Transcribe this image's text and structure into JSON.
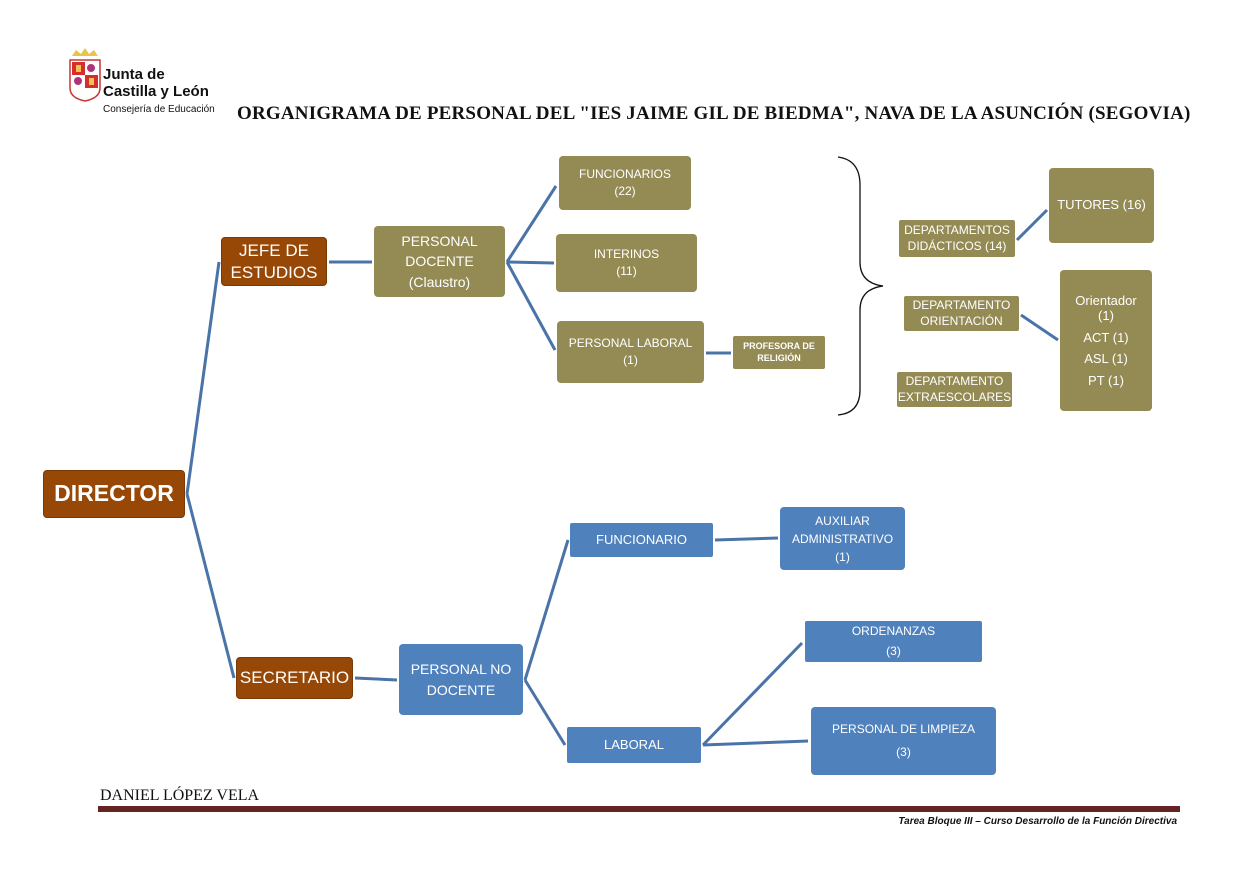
{
  "header": {
    "logo": {
      "line1": "Junta de",
      "line2": "Castilla y León",
      "line3": "Consejería de Educación"
    },
    "title": "ORGANIGRAMA DE PERSONAL DEL \"IES JAIME GIL DE BIEDMA\", NAVA DE LA ASUNCIÓN (SEGOVIA)"
  },
  "nodes": {
    "director": [
      "DIRECTOR"
    ],
    "jefe": [
      "JEFE DE",
      "ESTUDIOS"
    ],
    "secretario": [
      "SECRETARIO"
    ],
    "docente": [
      "PERSONAL",
      "DOCENTE",
      "(Claustro)"
    ],
    "funcionarios": [
      "FUNCIONARIOS",
      "(22)"
    ],
    "interinos": [
      "INTERINOS",
      "(11)"
    ],
    "laboral_docente": [
      "PERSONAL LABORAL",
      "(1)"
    ],
    "religion": [
      "PROFESORA DE",
      "RELIGIÓN"
    ],
    "didacticos": [
      "DEPARTAMENTOS",
      "DIDÁCTICOS (14)"
    ],
    "tutores": [
      "TUTORES (16)"
    ],
    "orientacion": [
      "DEPARTAMENTO",
      "ORIENTACIÓN"
    ],
    "orientacion_staff": [
      "Orientador",
      "(1)",
      "ACT (1)",
      "ASL (1)",
      "PT (1)"
    ],
    "extraescolares": [
      "DEPARTAMENTO",
      "EXTRAESCOLARES"
    ],
    "no_docente": [
      "PERSONAL NO",
      "DOCENTE"
    ],
    "funcionario": [
      "FUNCIONARIO"
    ],
    "auxiliar": [
      "AUXILIAR",
      "ADMINISTRATIVO",
      "(1)"
    ],
    "laboral": [
      "LABORAL"
    ],
    "ordenanzas": [
      "ORDENANZAS",
      "(3)"
    ],
    "limpieza": [
      "PERSONAL DE LIMPIEZA",
      "(3)"
    ]
  },
  "footer": {
    "author": "DANIEL LÓPEZ VELA",
    "course": "Tarea Bloque III – Curso Desarrollo de la Función Directiva"
  },
  "colors": {
    "directive": "#974706",
    "docente": "#948a54",
    "no_docente": "#4f81bd",
    "connector": "#4a74a8",
    "rule": "#632423"
  }
}
